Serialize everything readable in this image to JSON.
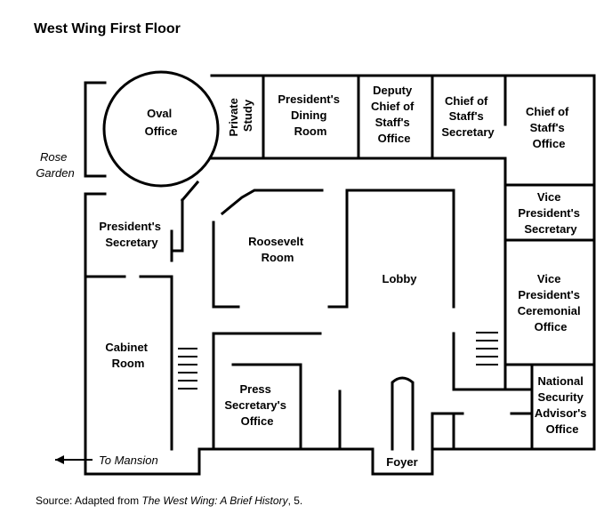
{
  "title": "West Wing  First Floor",
  "rooms": {
    "oval_office": [
      "Oval",
      "Office"
    ],
    "private_study": [
      "Private",
      "Study"
    ],
    "presidents_dining_room": [
      "President's",
      "Dining",
      "Room"
    ],
    "deputy_chief_of_staffs_office": [
      "Deputy",
      "Chief of",
      "Staff's",
      "Office"
    ],
    "chief_of_staffs_secretary": [
      "Chief of",
      "Staff's",
      "Secretary"
    ],
    "chief_of_staffs_office": [
      "Chief of",
      "Staff's",
      "Office"
    ],
    "presidents_secretary": [
      "President's",
      "Secretary"
    ],
    "roosevelt_room": [
      "Roosevelt",
      "Room"
    ],
    "lobby": [
      "Lobby"
    ],
    "vice_presidents_secretary": [
      "Vice",
      "President's",
      "Secretary"
    ],
    "vice_presidents_ceremonial_office": [
      "Vice",
      "President's",
      "Ceremonial",
      "Office"
    ],
    "cabinet_room": [
      "Cabinet",
      "Room"
    ],
    "press_secretarys_office": [
      "Press",
      "Secretary's",
      "Office"
    ],
    "national_security_advisors_office": [
      "National",
      "Security",
      "Advisor's",
      "Office"
    ],
    "foyer": [
      "Foyer"
    ]
  },
  "outside": {
    "rose_garden": [
      "Rose",
      "Garden"
    ],
    "to_mansion": "To Mansion"
  },
  "source": {
    "prefix": "Source: Adapted from ",
    "work": "The West Wing: A Brief History",
    "suffix": ", 5."
  }
}
